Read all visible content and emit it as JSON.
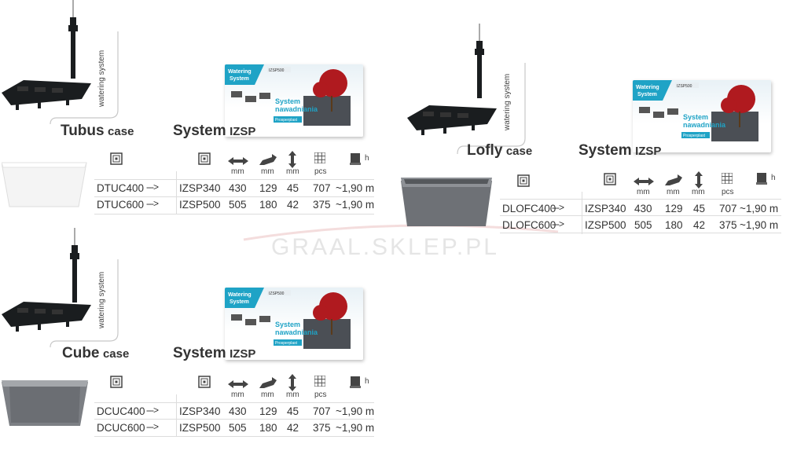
{
  "watermark": "GRAAL.SKLEP.PL",
  "colors": {
    "text": "#333333",
    "box_accent": "#1fa3c6",
    "tray": "#1a1d1f",
    "maple": "#b01a1f"
  },
  "box_art": {
    "brand_lines": [
      "Watering",
      "System"
    ],
    "model": "IZSP500",
    "slogan_lines": [
      "System",
      "nawadniania"
    ],
    "maker": "Prosperplast"
  },
  "watering_label": "watering system",
  "table_units": {
    "length": "mm",
    "width": "mm",
    "height": "mm",
    "pcs": "pcs",
    "height_pallet": "h"
  },
  "sections": [
    {
      "name": "tubus",
      "case_name": "Tubus",
      "case_word": "case",
      "system_name": "System",
      "system_code": "IZSP",
      "rows": [
        {
          "case_code": "DTUC400",
          "arrow": "---",
          "system": "IZSP340",
          "length": "430",
          "width": "129",
          "height": "45",
          "pcs": "707",
          "pallet": "~1,90 m"
        },
        {
          "case_code": "DTUC600",
          "arrow": "---",
          "system": "IZSP500",
          "length": "505",
          "width": "180",
          "height": "42",
          "pcs": "375",
          "pallet": "~1,90 m"
        }
      ]
    },
    {
      "name": "cube",
      "case_name": "Cube",
      "case_word": "case",
      "system_name": "System",
      "system_code": "IZSP",
      "rows": [
        {
          "case_code": "DCUC400",
          "arrow": "---",
          "system": "IZSP340",
          "length": "430",
          "width": "129",
          "height": "45",
          "pcs": "707",
          "pallet": "~1,90 m"
        },
        {
          "case_code": "DCUC600",
          "arrow": "---",
          "system": "IZSP500",
          "length": "505",
          "width": "180",
          "height": "42",
          "pcs": "375",
          "pallet": "~1,90 m"
        }
      ]
    },
    {
      "name": "lofly",
      "case_name": "Lofly",
      "case_word": "case",
      "system_name": "System",
      "system_code": "IZSP",
      "rows": [
        {
          "case_code": "DLOFC400",
          "arrow": "---",
          "system": "IZSP340",
          "length": "430",
          "width": "129",
          "height": "45",
          "pcs": "707",
          "pallet": "~1,90 m"
        },
        {
          "case_code": "DLOFC600",
          "arrow": "---",
          "system": "IZSP500",
          "length": "505",
          "width": "180",
          "height": "42",
          "pcs": "375",
          "pallet": "~1,90 m"
        }
      ]
    }
  ]
}
